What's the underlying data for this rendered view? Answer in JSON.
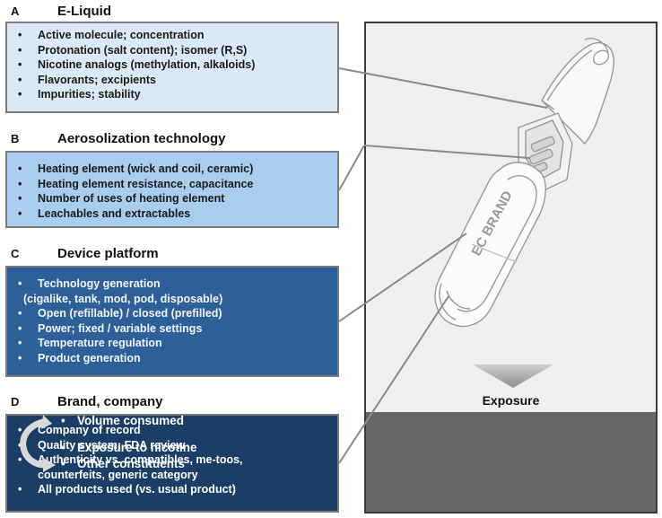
{
  "sections": {
    "a": {
      "letter": "A",
      "title": "E-Liquid",
      "items": [
        "Active molecule; concentration",
        "Protonation (salt content); isomer (R,S)",
        "Nicotine analogs (methylation, alkaloids)",
        "Flavorants; excipients",
        "Impurities; stability"
      ]
    },
    "b": {
      "letter": "B",
      "title": "Aerosolization technology",
      "items": [
        "Heating element  (wick and coil, ceramic)",
        "Heating element resistance, capacitance",
        "Number of uses of heating element",
        "Leachables and extractables"
      ]
    },
    "c": {
      "letter": "C",
      "title": "Device platform",
      "items": [
        {
          "line1": "Technology generation",
          "line2": "(cigalike, tank, mod, pod, disposable)"
        },
        "Open (refillable) / closed (prefilled)",
        "Power; fixed / variable settings",
        "Temperature regulation",
        "Product generation"
      ]
    },
    "d": {
      "letter": "D",
      "title": "Brand, company",
      "items": [
        "Company of record",
        "Quality system; FDA review",
        {
          "line1": "Authenticity vs. compatibles, me-toos,",
          "line2": "counterfeits, generic category"
        },
        "All products used (vs. usual product)"
      ]
    }
  },
  "device": {
    "brand_text": "EC BRAND",
    "exposure_label": "Exposure",
    "exposure_items": [
      "Volume consumed",
      "Exposure to nicotine",
      "Other constituents"
    ]
  },
  "colors": {
    "box_a": "#dbe9f7",
    "box_b": "#a9cdef",
    "box_c": "#2d5f99",
    "box_d": "#1b3e66",
    "exposure_panel": "#666666",
    "device_panel": "#efefef"
  }
}
